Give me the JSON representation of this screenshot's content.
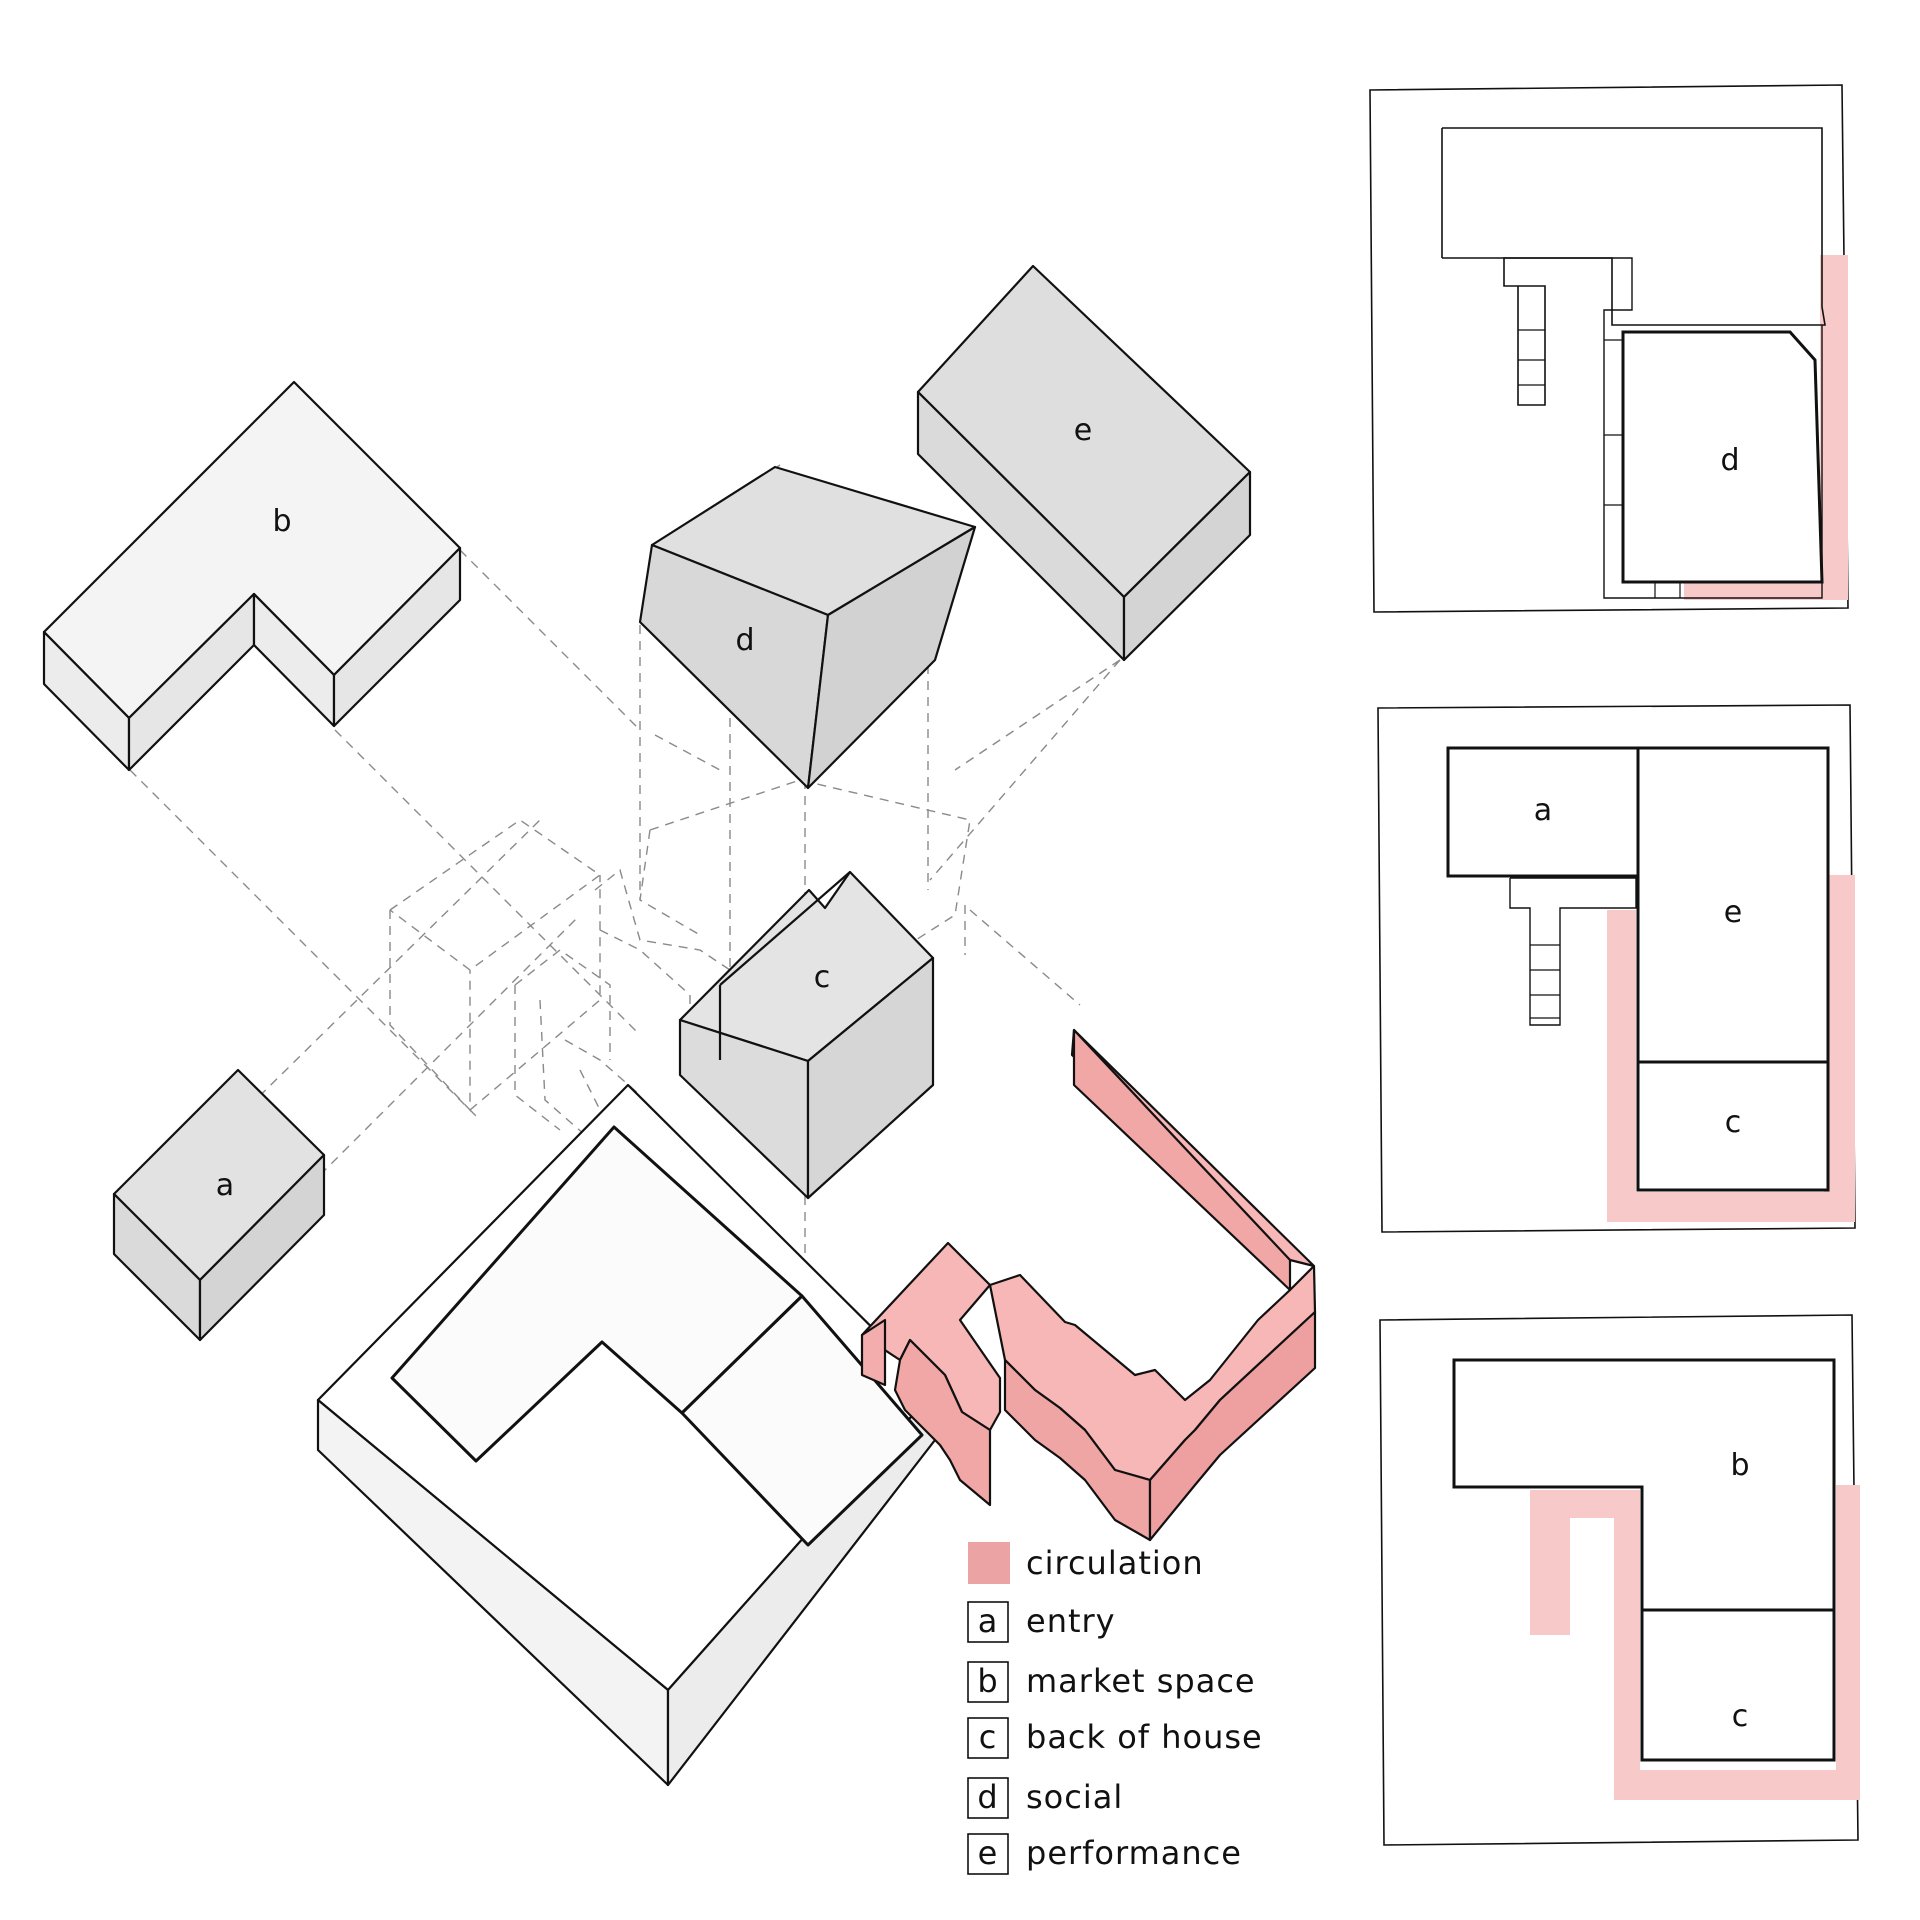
{
  "axo": {
    "a": "a",
    "b": "b",
    "c": "c",
    "d": "d",
    "e": "e"
  },
  "plans": {
    "top": {
      "d": "d"
    },
    "middle": {
      "a": "a",
      "e": "e",
      "c": "c"
    },
    "bottom": {
      "b": "b",
      "c": "c"
    }
  },
  "legend": {
    "items": [
      {
        "key": "",
        "label": "circulation"
      },
      {
        "key": "a",
        "label": "entry"
      },
      {
        "key": "b",
        "label": "market space"
      },
      {
        "key": "c",
        "label": "back of house"
      },
      {
        "key": "d",
        "label": "social"
      },
      {
        "key": "e",
        "label": "performance"
      }
    ]
  },
  "colors": {
    "circulation_swatch": "#eba3a3",
    "circulation_axo": "#f7b7b7",
    "circulation_plan": "#f8c9c9",
    "volume_light": "#f4f4f4",
    "volume_grey": "#e2e2e2",
    "outline": "#111111"
  }
}
